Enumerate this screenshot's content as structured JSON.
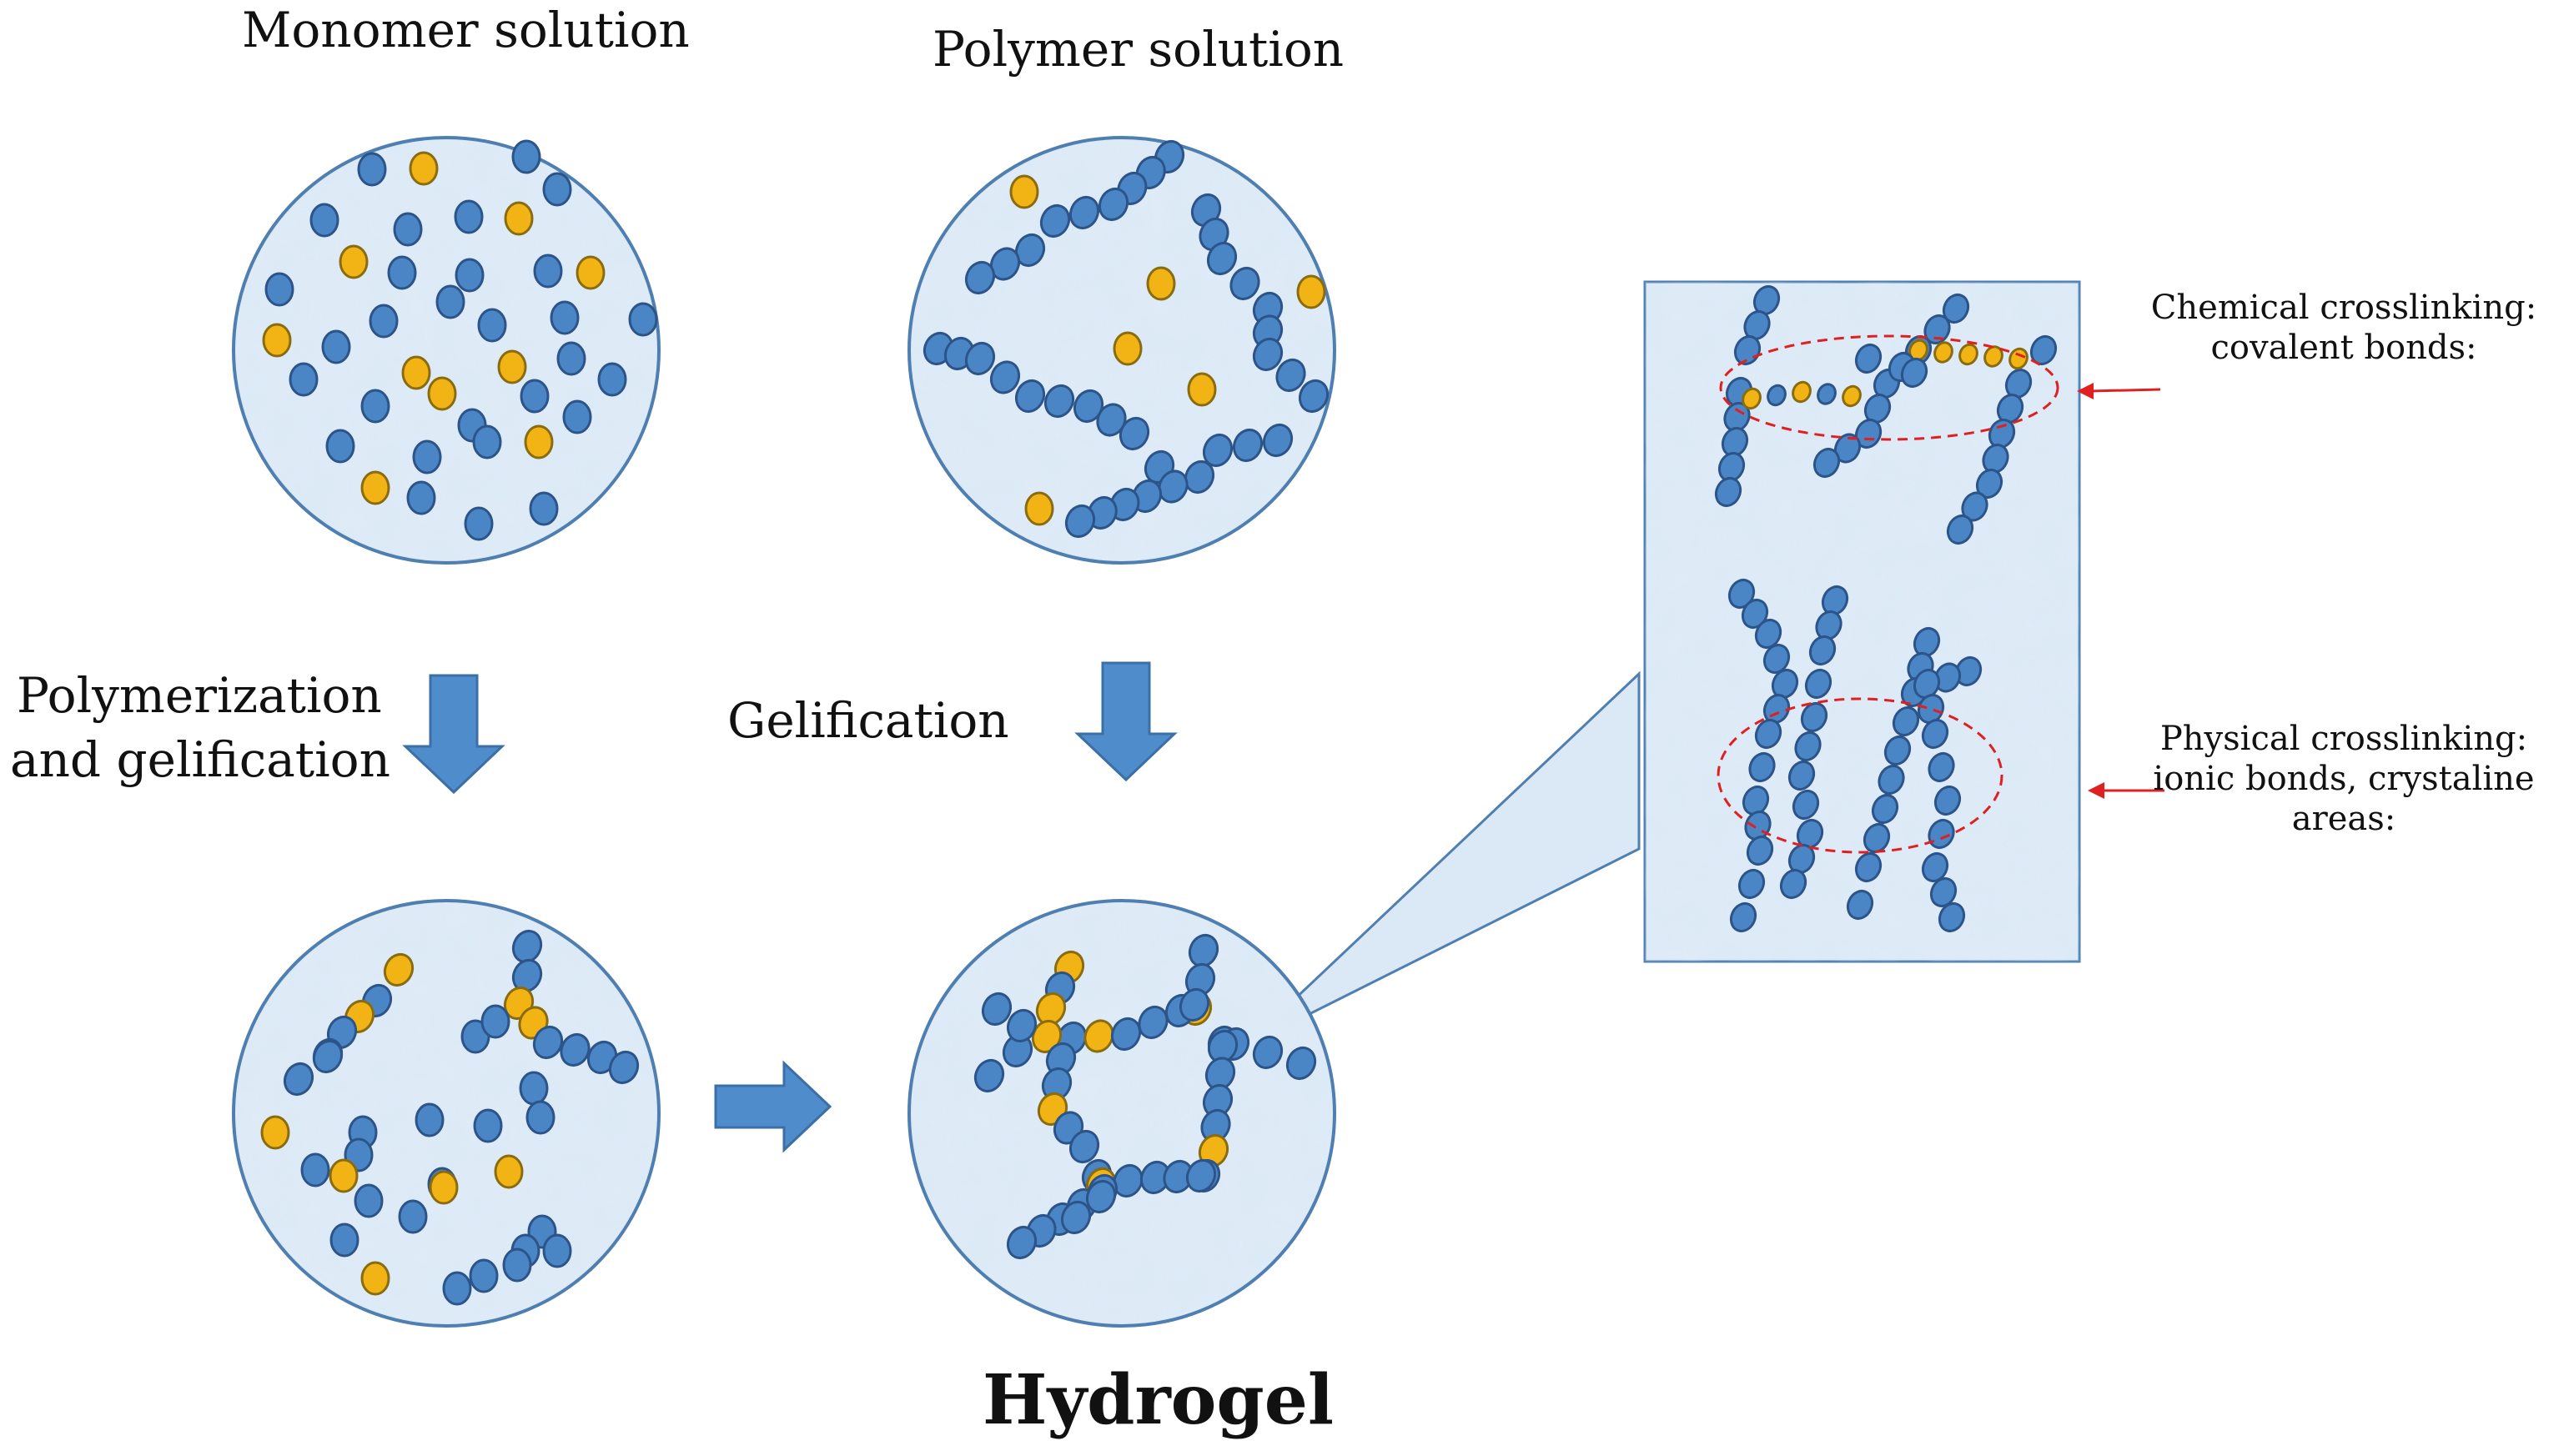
{
  "diagram": {
    "labels": {
      "monomer_solution": "Monomer solution",
      "polymer_solution": "Polymer solution",
      "polymerization_line1": "Polymerization",
      "polymerization_line2": "and gelification",
      "gelification": "Gelification",
      "hydrogel": "Hydrogel",
      "chemical_line1": "Chemical crosslinking:",
      "chemical_line2": "covalent bonds:",
      "physical_line1": "Physical crosslinking:",
      "physical_line2": "ionic bonds, crystaline",
      "physical_line3": "areas:"
    },
    "colors": {
      "background_fill": "#dbe9f6",
      "panel_border": "#4f7fb1",
      "monomer_blue": "#4a86c5",
      "monomer_stroke": "#2d5488",
      "crosslinker_yellow": "#f2b415",
      "crosslinker_stroke": "#8a6c10",
      "arrow_blue": "#4f8ccc",
      "highlight_red": "#e02020"
    }
  }
}
